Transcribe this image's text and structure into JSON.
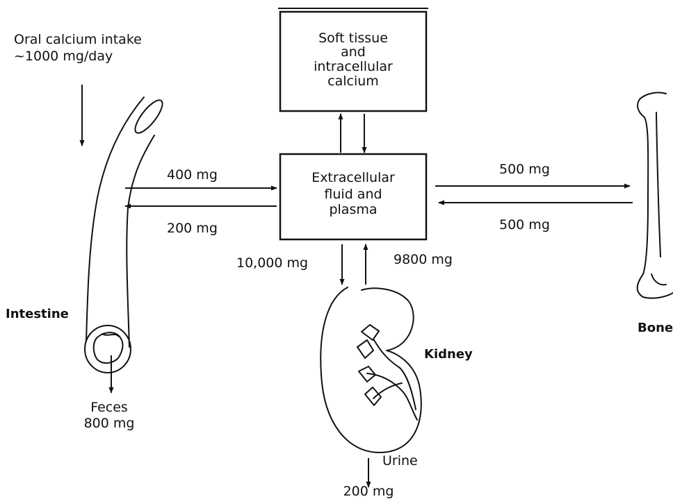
{
  "oral_intake": {
    "line1": "Oral calcium intake",
    "line2": "~1000 mg/day"
  },
  "soft_tissue": {
    "line1": "Soft tissue",
    "line2": "and",
    "line3": "intracellular",
    "line4": "calcium"
  },
  "ecf": {
    "line1": "Extracellular",
    "line2": "fluid and",
    "line3": "plasma"
  },
  "intestine": {
    "label": "Intestine",
    "absorb": "400 mg",
    "secrete": "200 mg",
    "feces_label": "Feces",
    "feces_amount": "800 mg"
  },
  "bone": {
    "label": "Bone",
    "deposit": "500 mg",
    "resorb": "500 mg"
  },
  "kidney": {
    "label": "Kidney",
    "filtered": "10,000 mg",
    "reabsorbed": "9800 mg",
    "urine_label": "Urine",
    "urine_amount": "200 mg"
  }
}
